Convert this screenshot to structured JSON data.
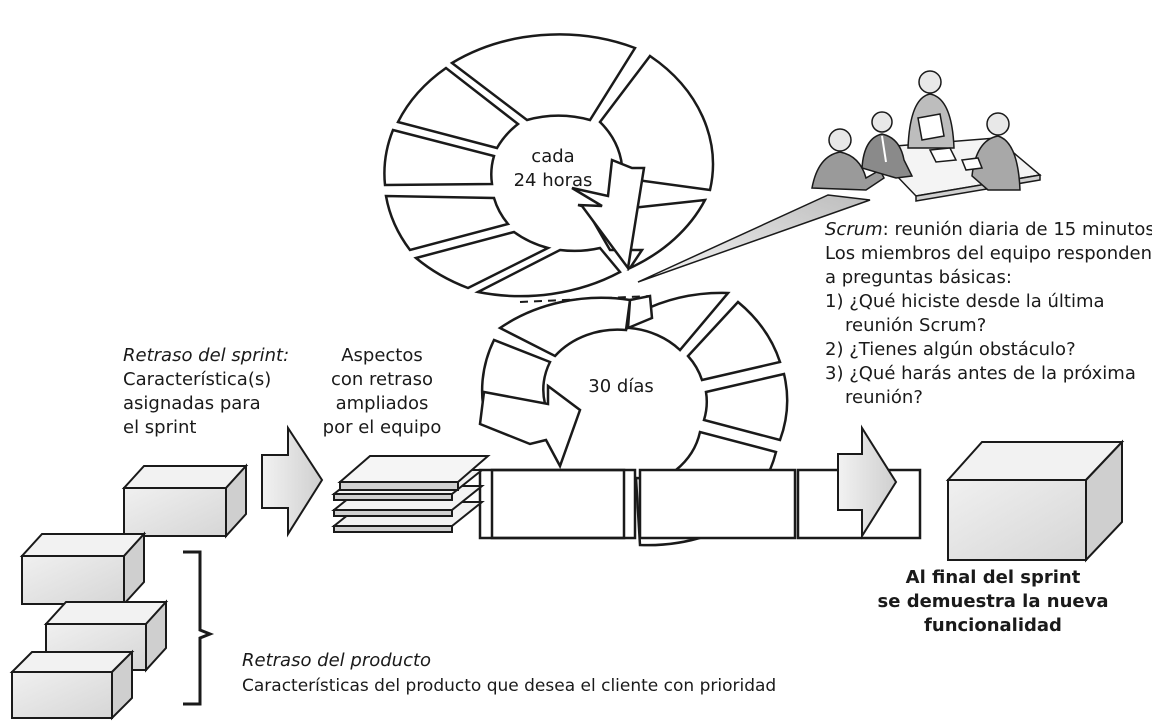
{
  "daily_cycle": {
    "label_line1": "cada",
    "label_line2": "24 horas"
  },
  "sprint_cycle": {
    "label": "30 días"
  },
  "scrum_meeting": {
    "term": "Scrum",
    "line1_rest": ": reunión diaria de 15 minutos.",
    "line2": "Los miembros del equipo responden",
    "line3": "a preguntas básicas:",
    "q1_line1": "1) ¿Qué hiciste desde la última",
    "q1_line2": "reunión Scrum?",
    "q2": "2) ¿Tienes algún obstáculo?",
    "q3_line1": "3) ¿Qué harás antes de la próxima",
    "q3_line2": "reunión?"
  },
  "sprint_backlog": {
    "title": "Retraso del sprint:",
    "line1": "Característica(s)",
    "line2": "asignadas para",
    "line3": "el sprint"
  },
  "expanded_items": {
    "line1": "Aspectos",
    "line2": "con retraso",
    "line3": "ampliados",
    "line4": "por el equipo"
  },
  "product_backlog": {
    "title": "Retraso del producto",
    "description": "Características del producto que desea el cliente con prioridad"
  },
  "result": {
    "line1": "Al final del sprint",
    "line2": "se demuestra la nueva",
    "line3": "funcionalidad"
  },
  "colors": {
    "stroke": "#1a1a1a",
    "box_fill": "#e6e6e6",
    "box_top": "#f2f2f2",
    "box_side": "#cfcfcf",
    "arrow_fill": "#e4e4e4",
    "callout_fill": "#dcdcdc"
  }
}
